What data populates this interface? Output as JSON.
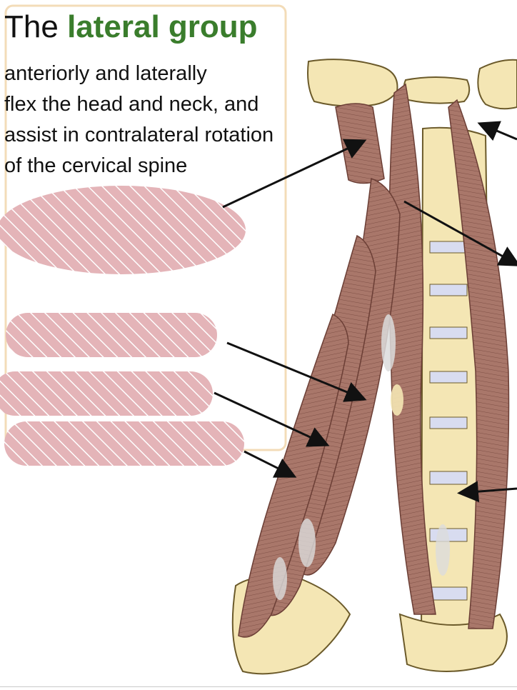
{
  "slide": {
    "title_prefix": "The",
    "title_accent": "lateral group",
    "description_lines": [
      "anteriorly and laterally",
      "flex the head and neck, and",
      "assist in contralateral rotation",
      "of the cervical spine"
    ]
  },
  "colors": {
    "accent_green": "#3a7d2c",
    "label_pink": "#e4b4b8",
    "label_hatch": "#ffffff",
    "muscle": "#a9776a",
    "muscle_shade": "#7e4f45",
    "bone": "#f4e6b4",
    "bone_outline": "#6b5a2a",
    "disc": "#d8dcf0",
    "tendon": "#dcdcdc",
    "frame": "#f3dcb8",
    "arrow": "#111111"
  },
  "icons": [
    "anatomy-illustration",
    "arrow-pointer"
  ]
}
